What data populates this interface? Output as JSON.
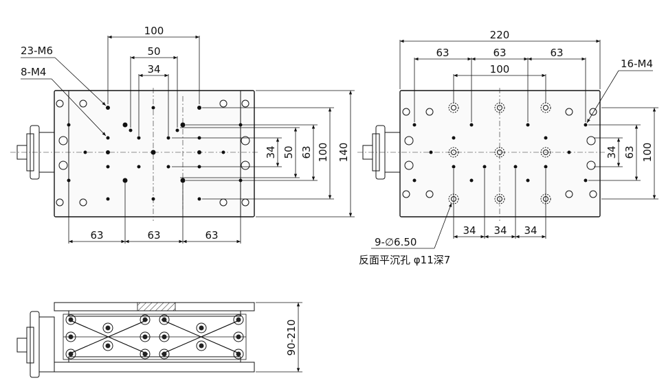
{
  "views": {
    "top_left": {
      "dims_top": [
        "100",
        "50",
        "34"
      ],
      "dims_bottom": [
        "63",
        "63",
        "63"
      ],
      "dims_right": [
        "34",
        "50",
        "63",
        "100",
        "140"
      ],
      "callouts": [
        "23-M6",
        "8-M4"
      ]
    },
    "top_right": {
      "dims_top": [
        "220",
        "63",
        "63",
        "63",
        "100"
      ],
      "dims_bottom": [
        "34",
        "34",
        "34"
      ],
      "dims_right": [
        "34",
        "63",
        "100"
      ],
      "callouts": [
        "16-M4"
      ],
      "note_line1": "9-∅6.50",
      "note_line2": "反面平沉孔 φ11深7"
    },
    "side": {
      "dim_height": "90-210"
    }
  },
  "colors": {
    "line": "#111111",
    "fill": "#fafafa"
  }
}
